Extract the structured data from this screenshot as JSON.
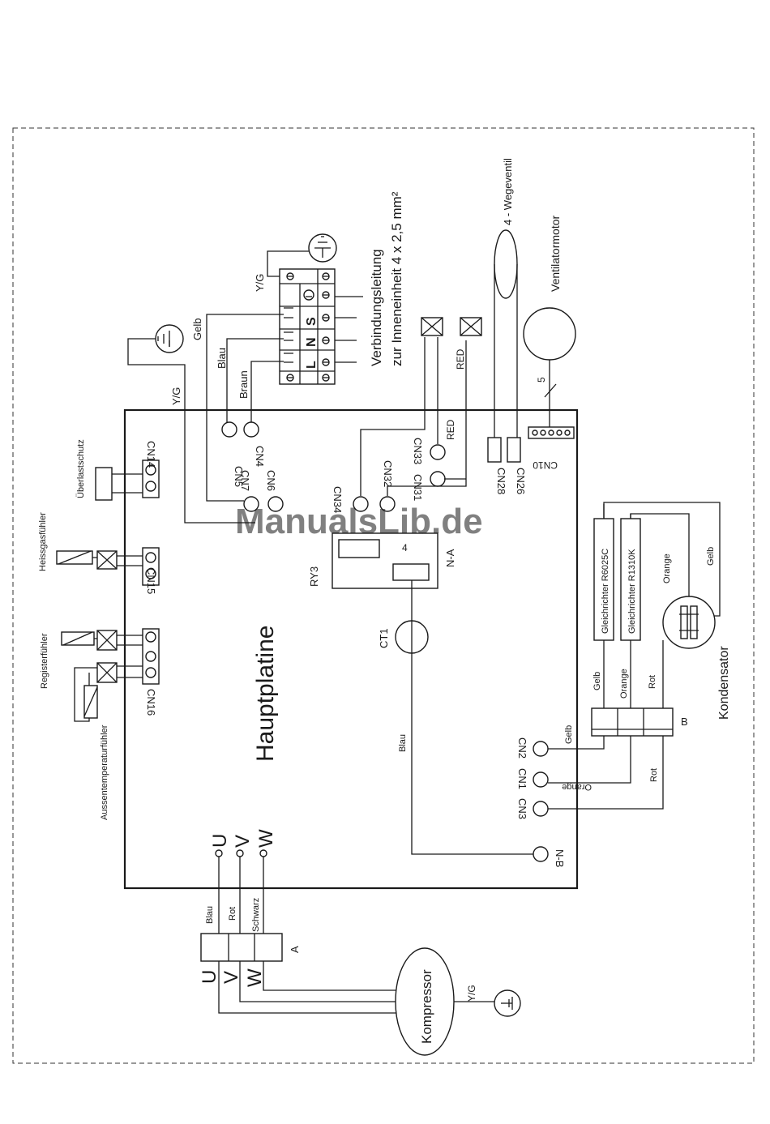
{
  "watermark": "ManualsLib.de",
  "board": {
    "title": "Hauptplatine",
    "cn14": "CN14",
    "cn15": "CN15",
    "cn16": "CN16",
    "cn5": "CN5",
    "cn4": "CN4",
    "cn7": "CN7",
    "cn6": "CN6",
    "cn34": "CN34",
    "cn32": "CN32",
    "cn31": "CN31",
    "cn33": "CN33",
    "cn28": "CN28",
    "cn26": "CN26",
    "cn10": "CN10",
    "cn2": "CN2",
    "cn1": "CN1",
    "cn3": "CN3",
    "nb": "N-B",
    "ry3": "RY3",
    "na": "N-A",
    "relay_num": "4",
    "ct1": "CT1",
    "u": "U",
    "v": "V",
    "w": "W",
    "red_cn33": "RED"
  },
  "terminal_block": {
    "l": "L",
    "n": "N",
    "s": "S",
    "yg": "Y/G",
    "gelb": "Gelb",
    "blau": "Blau",
    "braun": "Braun",
    "yg_left": "Y/G",
    "cable_line1": "Verbindungsleitung",
    "cable_line2": "zur Inneneinheit 4 x 2,5 mm²"
  },
  "valve": {
    "label": "4 - Wegeventil",
    "red": "RED"
  },
  "fan": {
    "label": "Ventilatormotor",
    "wires": "5"
  },
  "sensors": {
    "overload": "Überlastschutz",
    "hotgas": "Heissgasfühler",
    "register": "Registerfühler",
    "outdoor": "Aussentemperaturfühler"
  },
  "capacitor": {
    "label": "Kondensator",
    "rect1": "Gleichrichter R6025C",
    "rect2": "Gleichrichter R1310K",
    "orange": "Orange",
    "gelb": "Gelb",
    "b": "B",
    "w_gelb": "Gelb",
    "w_orange": "Orange",
    "w_rot": "Rot",
    "cn2_wire": "Gelb",
    "cn1_wire": "Orange",
    "cn3_wire": "Rot"
  },
  "compressor": {
    "label": "Kompressor",
    "yg": "Y/G",
    "a": "A",
    "blau": "Blau",
    "rot": "Rot",
    "schwarz": "Schwarz",
    "u": "U",
    "v": "V",
    "w": "W"
  },
  "ct_wire": "Blau"
}
